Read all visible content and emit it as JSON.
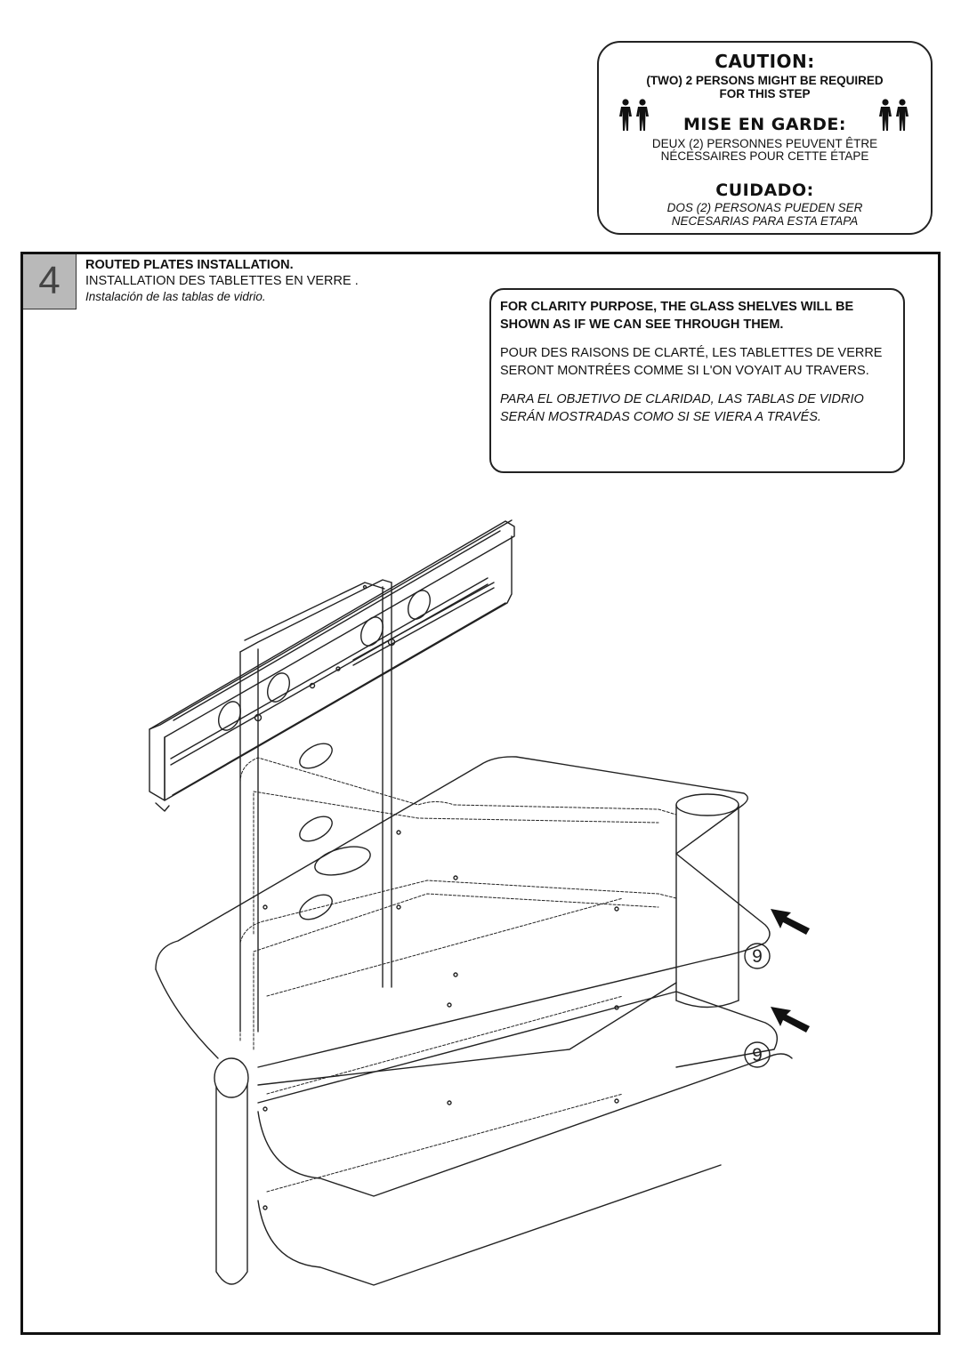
{
  "caution": {
    "title_en": "CAUTION:",
    "text_en_line1": "(TWO) 2 PERSONS MIGHT BE REQUIRED",
    "text_en_line2": "FOR THIS STEP",
    "title_fr": "MISE EN GARDE:",
    "text_fr_line1": "DEUX (2) PERSONNES PEUVENT ÊTRE",
    "text_fr_line2": "NÉCESSAIRES POUR CETTE ÉTAPE",
    "title_es": "CUIDADO:",
    "text_es_line1": "DOS (2) PERSONAS PUEDEN SER",
    "text_es_line2": "NECESARIAS PARA ESTA ETAPA",
    "icon": "two-persons-icon"
  },
  "step": {
    "number": "4",
    "title_en": "ROUTED PLATES INSTALLATION.",
    "title_fr": "INSTALLATION DES TABLETTES EN VERRE .",
    "title_es": "Instalación de las tablas de vidrio."
  },
  "note": {
    "en": "FOR CLARITY PURPOSE, THE GLASS SHELVES WILL BE SHOWN AS IF WE CAN SEE THROUGH THEM.",
    "fr": "POUR DES RAISONS DE CLARTÉ, LES TABLETTES DE VERRE SERONT MONTRÉES COMME SI L'ON VOYAIT AU TRAVERS.",
    "es": "PARA EL OBJETIVO DE CLARIDAD, LAS TABLAS DE VIDRIO SERÁN MOSTRADAS COMO SI SE VIERA A TRAVÉS."
  },
  "diagram": {
    "part_upper": "9",
    "part_lower": "9",
    "arrow_icon": "insert-arrow-icon"
  }
}
